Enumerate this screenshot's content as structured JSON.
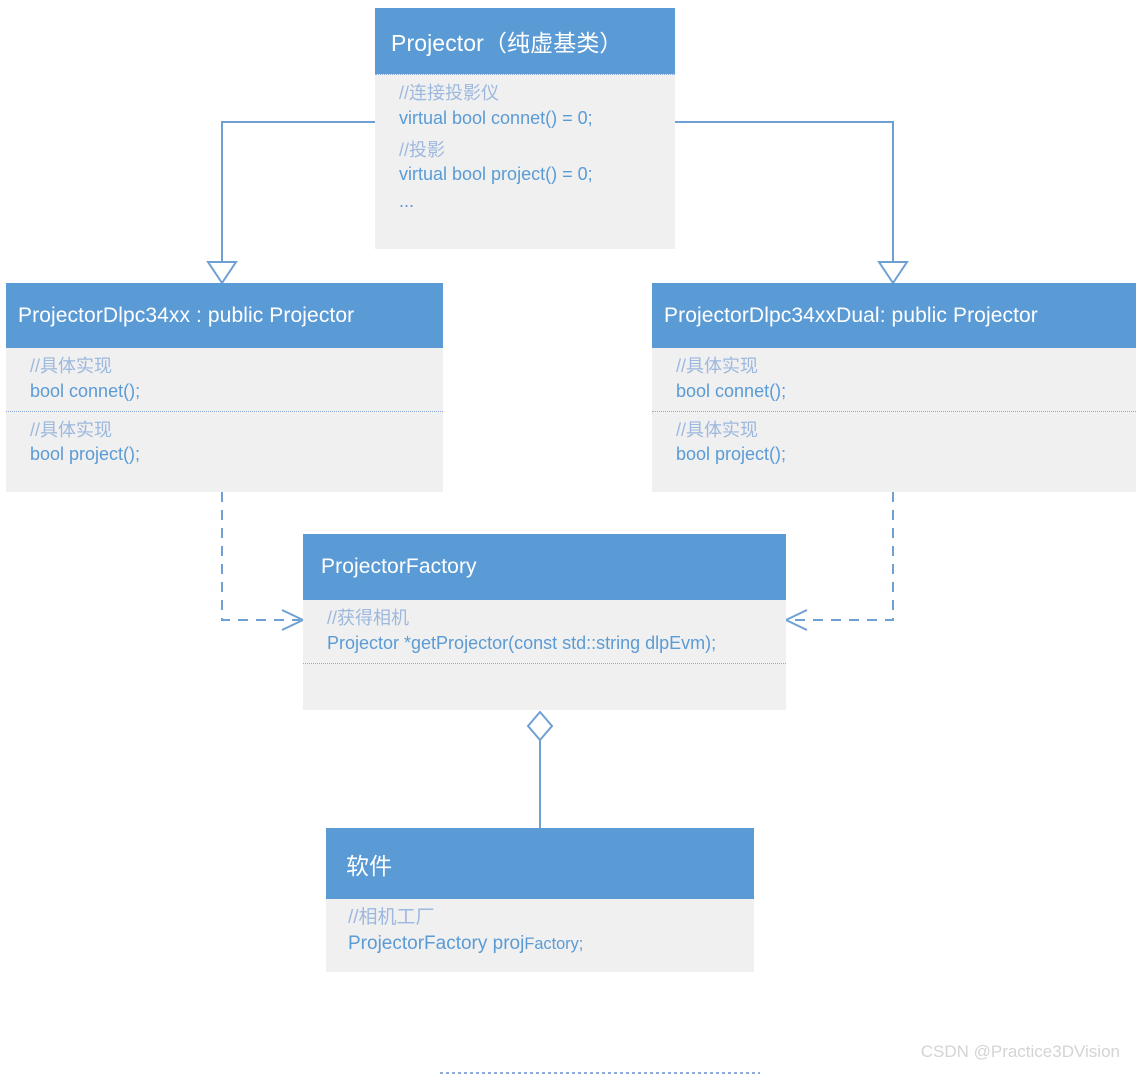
{
  "diagram": {
    "title": "Projector class hierarchy (UML)",
    "colors": {
      "header_fill": "#5B9BD5",
      "body_fill": "#F0F0F0",
      "code_text": "#5B9BD5",
      "comment_text": "#9DB8DE",
      "connector": "#5B9BD5",
      "watermark": "#D4D4D4",
      "page_background": "#FFFFFF"
    }
  },
  "boxes": {
    "projector": {
      "title": "Projector（纯虚基类）",
      "compartments": [
        {
          "comment": "//连接投影仪",
          "code": "virtual bool connet() = 0;"
        },
        {
          "comment": "//投影",
          "code": "virtual bool project() = 0;"
        },
        {
          "comment": "",
          "code": "..."
        }
      ]
    },
    "dlpc34xx": {
      "title": "ProjectorDlpc34xx : public Projector",
      "compartments": [
        {
          "comment": "//具体实现",
          "code": "bool connet();"
        },
        {
          "comment": "//具体实现",
          "code": "bool project();"
        }
      ]
    },
    "dlpc34xx_dual": {
      "title": "ProjectorDlpc34xxDual: public Projector",
      "compartments": [
        {
          "comment": "//具体实现",
          "code": "bool connet();"
        },
        {
          "comment": "//具体实现",
          "code": "bool project();"
        }
      ]
    },
    "factory": {
      "title": "ProjectorFactory",
      "compartments": [
        {
          "comment": "//获得相机",
          "code": "Projector *getProjector(const std::string dlpEvm);"
        }
      ]
    },
    "software": {
      "title": "软件",
      "compartments": [
        {
          "comment": "//相机工厂",
          "code_main": "ProjectorFactory proj",
          "code_small": "Factory;"
        }
      ]
    }
  },
  "relations": [
    {
      "name": "inheritance-dlpc34xx-to-projector",
      "type": "generalization",
      "from": "ProjectorDlpc34xx : public Projector",
      "to": "Projector（纯虚基类）",
      "line_style": "solid",
      "arrowhead": "hollow-triangle"
    },
    {
      "name": "inheritance-dlpc34xxdual-to-projector",
      "type": "generalization",
      "from": "ProjectorDlpc34xxDual: public Projector",
      "to": "Projector（纯虚基类）",
      "line_style": "solid",
      "arrowhead": "hollow-triangle"
    },
    {
      "name": "dependency-dlpc34xx-to-factory",
      "type": "dependency",
      "from": "ProjectorDlpc34xx : public Projector",
      "to": "ProjectorFactory",
      "line_style": "dashed",
      "arrowhead": "open-arrow"
    },
    {
      "name": "dependency-dlpc34xxdual-to-factory",
      "type": "dependency",
      "from": "ProjectorDlpc34xxDual: public Projector",
      "to": "ProjectorFactory",
      "line_style": "dashed",
      "arrowhead": "open-arrow"
    },
    {
      "name": "aggregation-software-to-factory",
      "type": "aggregation",
      "from": "软件",
      "to": "ProjectorFactory",
      "line_style": "solid",
      "arrowhead": "hollow-diamond"
    }
  ],
  "watermark": {
    "text": "CSDN @Practice3DVision"
  }
}
